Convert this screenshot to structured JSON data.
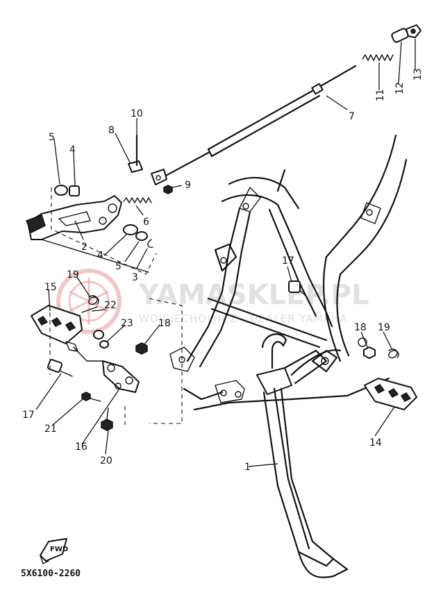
{
  "diagram": {
    "reference_code": "5X6100-2260",
    "fwd_label": "FWD",
    "watermark": {
      "main": "YAMASKLEP.PL",
      "sub": "WOJCIECHOWICZ - DEALER YAMAHA",
      "logo_color": "#e24b4b"
    },
    "callouts": [
      {
        "id": "1",
        "label": "1"
      },
      {
        "id": "2",
        "label": "2"
      },
      {
        "id": "3",
        "label": "3"
      },
      {
        "id": "4a",
        "label": "4"
      },
      {
        "id": "4b",
        "label": "4"
      },
      {
        "id": "5a",
        "label": "5"
      },
      {
        "id": "5b",
        "label": "5"
      },
      {
        "id": "6",
        "label": "6"
      },
      {
        "id": "7",
        "label": "7"
      },
      {
        "id": "8",
        "label": "8"
      },
      {
        "id": "9",
        "label": "9"
      },
      {
        "id": "10",
        "label": "10"
      },
      {
        "id": "11",
        "label": "11"
      },
      {
        "id": "12",
        "label": "12"
      },
      {
        "id": "13",
        "label": "13"
      },
      {
        "id": "14",
        "label": "14"
      },
      {
        "id": "15",
        "label": "15"
      },
      {
        "id": "16",
        "label": "16"
      },
      {
        "id": "17a",
        "label": "17"
      },
      {
        "id": "17b",
        "label": "17"
      },
      {
        "id": "18a",
        "label": "18"
      },
      {
        "id": "18b",
        "label": "18"
      },
      {
        "id": "19a",
        "label": "19"
      },
      {
        "id": "19b",
        "label": "19"
      },
      {
        "id": "20",
        "label": "20"
      },
      {
        "id": "21",
        "label": "21"
      },
      {
        "id": "22",
        "label": "22"
      },
      {
        "id": "23",
        "label": "23"
      }
    ]
  }
}
